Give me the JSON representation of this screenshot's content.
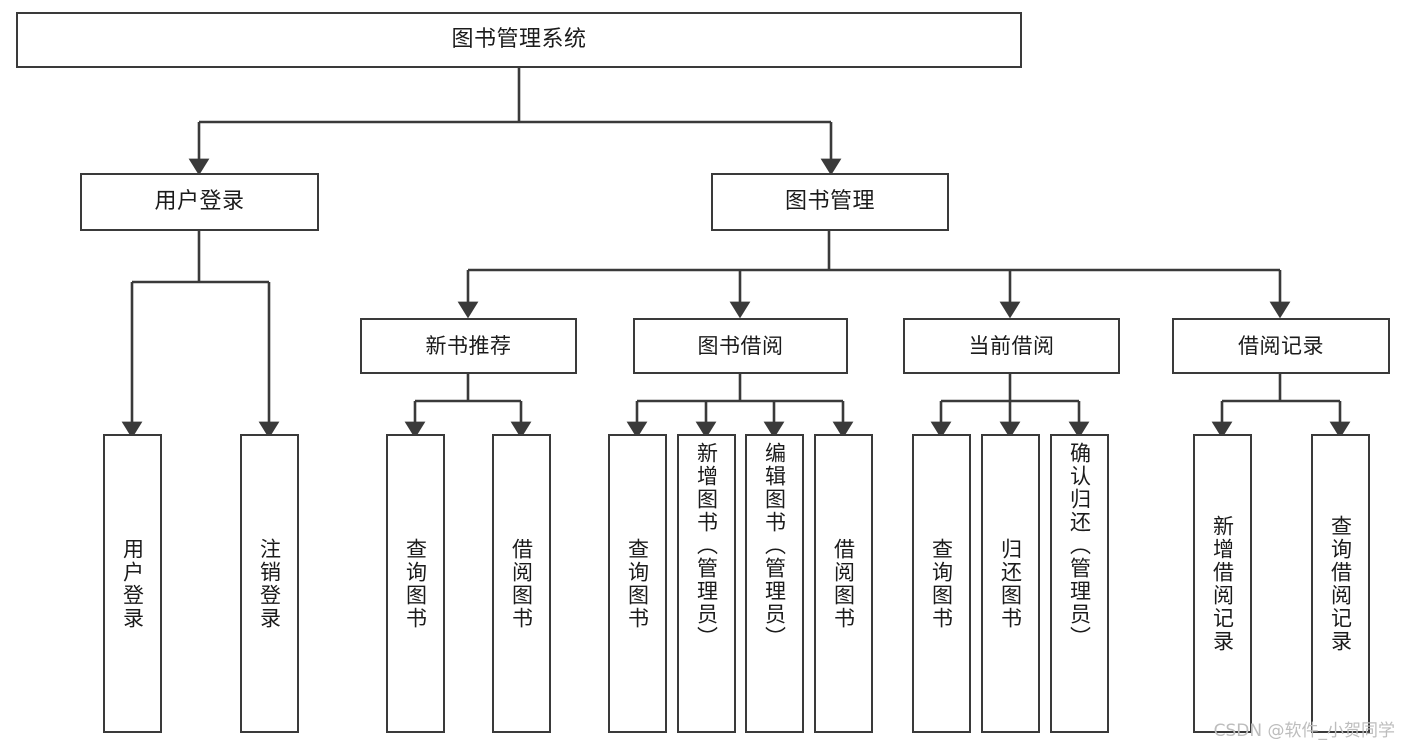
{
  "diagram": {
    "title": "图书管理系统",
    "type": "tree-hierarchy-diagram",
    "colors": {
      "box_border": "#3a3a3a",
      "box_fill": "#ffffff",
      "connector": "#3a3a3a",
      "text": "#1b1b1b",
      "watermark": "#bdbdbd",
      "canvas": "#ffffff"
    },
    "root": {
      "label": "图书管理系统",
      "name": "node-root-system"
    },
    "level1": [
      {
        "label": "用户登录",
        "name": "node-user-login"
      },
      {
        "label": "图书管理",
        "name": "node-book-management"
      }
    ],
    "level2": [
      {
        "label": "新书推荐",
        "name": "node-new-book-recommend"
      },
      {
        "label": "图书借阅",
        "name": "node-book-borrow"
      },
      {
        "label": "当前借阅",
        "name": "node-current-borrow"
      },
      {
        "label": "借阅记录",
        "name": "node-borrow-record"
      }
    ],
    "leaves": [
      {
        "label": "用户登录",
        "name": "leaf-user-login"
      },
      {
        "label": "注销登录",
        "name": "leaf-logout"
      },
      {
        "label": "查询图书",
        "name": "leaf-query-book-recommend"
      },
      {
        "label": "借阅图书",
        "name": "leaf-borrow-book-recommend"
      },
      {
        "label": "查询图书",
        "name": "leaf-query-book-borrow"
      },
      {
        "label": "新增图书（管理员）",
        "name": "leaf-add-book-admin"
      },
      {
        "label": "编辑图书（管理员）",
        "name": "leaf-edit-book-admin"
      },
      {
        "label": "借阅图书",
        "name": "leaf-borrow-book"
      },
      {
        "label": "查询图书",
        "name": "leaf-query-book-current"
      },
      {
        "label": "归还图书",
        "name": "leaf-return-book"
      },
      {
        "label": "确认归还（管理员）",
        "name": "leaf-confirm-return-admin"
      },
      {
        "label": "新增借阅记录",
        "name": "leaf-add-borrow-record"
      },
      {
        "label": "查询借阅记录",
        "name": "leaf-query-borrow-record"
      }
    ],
    "watermark": "CSDN @软件_小贺同学"
  }
}
